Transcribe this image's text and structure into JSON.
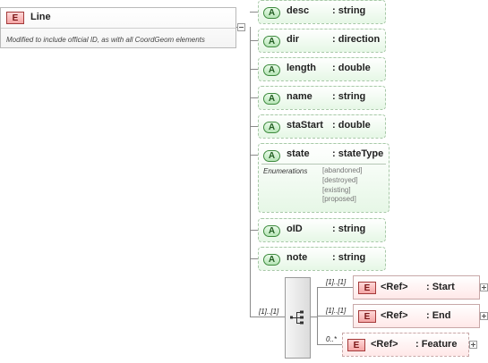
{
  "element": {
    "badge": "E",
    "name": "Line",
    "documentation": "Modified to include official ID, as with all CoordGeom elements"
  },
  "attributes": [
    {
      "badge": "A",
      "name": "desc",
      "type": ": string"
    },
    {
      "badge": "A",
      "name": "dir",
      "type": ": direction"
    },
    {
      "badge": "A",
      "name": "length",
      "type": ": double"
    },
    {
      "badge": "A",
      "name": "name",
      "type": ": string"
    },
    {
      "badge": "A",
      "name": "staStart",
      "type": ": double"
    },
    {
      "badge": "A",
      "name": "state",
      "type": ": stateType",
      "enumerations_label": "Enumerations",
      "enumerations": [
        "[abandoned]",
        "[destroyed]",
        "[existing]",
        "[proposed]"
      ]
    },
    {
      "badge": "A",
      "name": "oID",
      "type": ": string"
    },
    {
      "badge": "A",
      "name": "note",
      "type": ": string"
    }
  ],
  "sequence": {
    "cardinality": "[1]..[1]",
    "children": [
      {
        "badge": "E",
        "ref": "<Ref>",
        "name": ": Start",
        "cardinality": "[1]..[1]"
      },
      {
        "badge": "E",
        "ref": "<Ref>",
        "name": ": End",
        "cardinality": "[1]..[1]"
      },
      {
        "badge": "E",
        "ref": "<Ref>",
        "name": ": Feature",
        "cardinality": "0..*"
      }
    ]
  },
  "colors": {
    "element_badge": "#f4a6a6",
    "attribute_badge": "#b7e5b7",
    "connector": "#8a8a8a"
  }
}
